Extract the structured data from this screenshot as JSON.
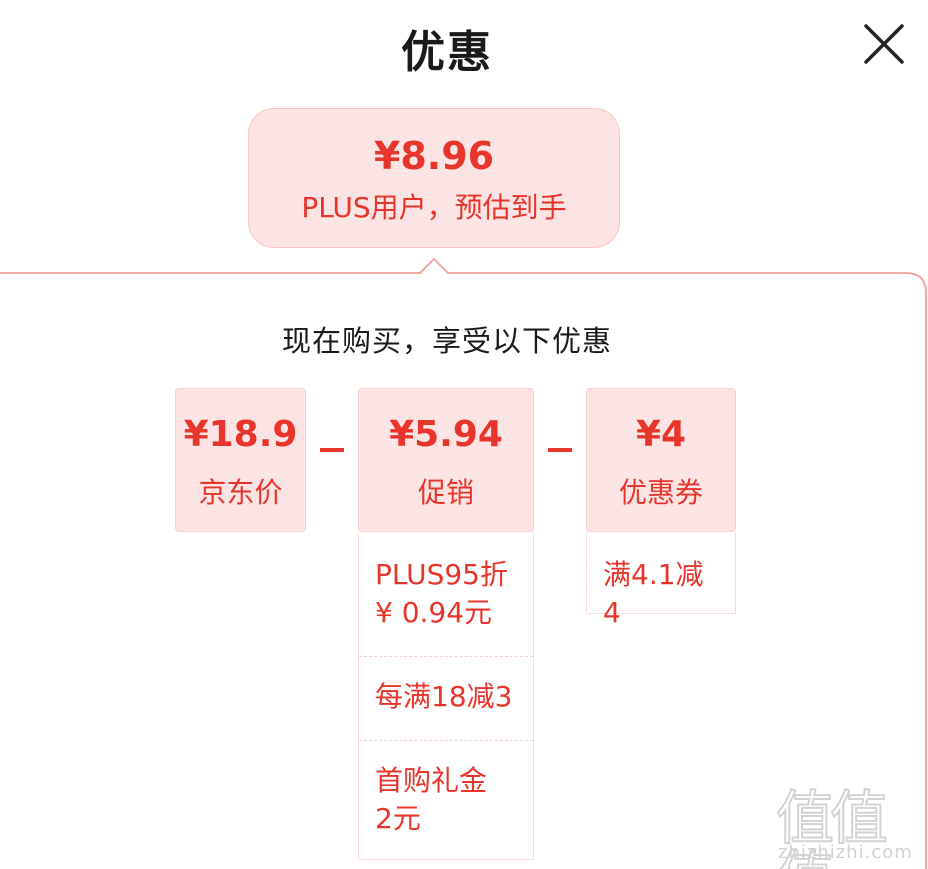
{
  "header": {
    "title": "优惠",
    "close_icon": "close-icon"
  },
  "estimate": {
    "price": "¥8.96",
    "label": "PLUS用户，预估到手"
  },
  "breakdown": {
    "subtitle": "现在购买，享受以下优惠",
    "operator": "-",
    "jd_price": {
      "price": "¥18.9",
      "label": "京东价"
    },
    "promotion": {
      "price": "¥5.94",
      "label": "促销",
      "items": [
        {
          "line1": "PLUS95折",
          "line2": "¥ 0.94元"
        },
        {
          "line1": "每满18减3"
        },
        {
          "line1": "首购礼金",
          "line2": "2元"
        }
      ]
    },
    "coupon": {
      "price": "¥4",
      "label": "优惠券",
      "items": [
        {
          "line1": "满4.1减4"
        }
      ]
    }
  },
  "watermark": {
    "glyphs": "值值值",
    "url": "zhizhizhi.com"
  },
  "colors": {
    "accent": "#e8352b",
    "card_bg": "#fde4e4",
    "border": "#f7c7c4"
  }
}
